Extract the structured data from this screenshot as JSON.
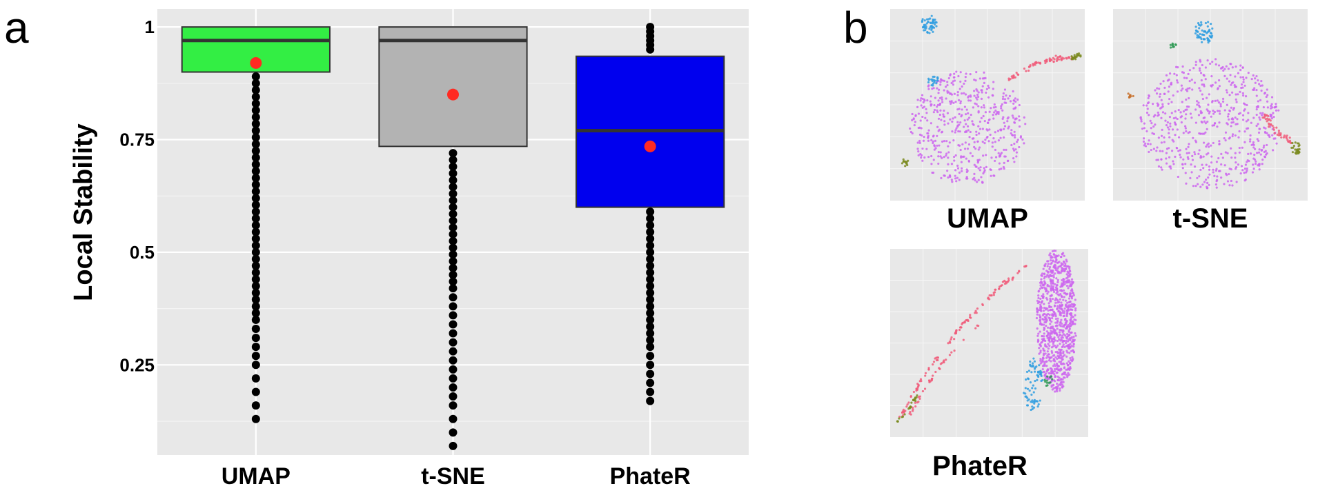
{
  "panels": {
    "a_letter": "a",
    "b_letter": "b"
  },
  "chart_data": [
    {
      "type": "box",
      "panel": "a",
      "title": "",
      "xlabel": "",
      "ylabel": "Local Stability",
      "ylim": [
        0.05,
        1.04
      ],
      "yticks": [
        0.25,
        0.5,
        0.75,
        1
      ],
      "ytick_labels": [
        "0.25",
        "0.5",
        "0.75",
        "1"
      ],
      "grid": true,
      "categories": [
        "UMAP",
        "t-SNE",
        "PhateR"
      ],
      "colors": [
        "#33ee44",
        "#b3b3b3",
        "#0000ee"
      ],
      "mean_color": "#ff2a22",
      "boxes": [
        {
          "q1": 0.9,
          "median": 0.97,
          "q3": 1.0,
          "whisker_low": 0.9,
          "whisker_high": 1.0,
          "mean": 0.92,
          "outliers": [
            0.89,
            0.875,
            0.86,
            0.845,
            0.83,
            0.815,
            0.8,
            0.785,
            0.77,
            0.755,
            0.74,
            0.725,
            0.71,
            0.695,
            0.68,
            0.665,
            0.65,
            0.635,
            0.62,
            0.605,
            0.59,
            0.575,
            0.56,
            0.545,
            0.53,
            0.515,
            0.5,
            0.485,
            0.47,
            0.455,
            0.44,
            0.425,
            0.41,
            0.395,
            0.38,
            0.365,
            0.35,
            0.33,
            0.31,
            0.29,
            0.27,
            0.25,
            0.22,
            0.19,
            0.16,
            0.13
          ]
        },
        {
          "q1": 0.735,
          "median": 0.97,
          "q3": 1.0,
          "whisker_low": 0.735,
          "whisker_high": 1.0,
          "mean": 0.85,
          "outliers": [
            0.72,
            0.705,
            0.69,
            0.675,
            0.66,
            0.645,
            0.63,
            0.615,
            0.6,
            0.585,
            0.57,
            0.555,
            0.54,
            0.525,
            0.51,
            0.495,
            0.48,
            0.465,
            0.45,
            0.435,
            0.42,
            0.4,
            0.38,
            0.36,
            0.34,
            0.32,
            0.3,
            0.28,
            0.26,
            0.24,
            0.22,
            0.2,
            0.18,
            0.16,
            0.13,
            0.1,
            0.07
          ]
        },
        {
          "q1": 0.6,
          "median": 0.77,
          "q3": 0.935,
          "whisker_low": 0.6,
          "whisker_high": 0.935,
          "mean": 0.735,
          "outliers": [
            1.0,
            0.99,
            0.98,
            0.97,
            0.96,
            0.95,
            0.59,
            0.575,
            0.56,
            0.545,
            0.53,
            0.515,
            0.5,
            0.485,
            0.47,
            0.455,
            0.44,
            0.425,
            0.41,
            0.395,
            0.38,
            0.365,
            0.35,
            0.335,
            0.32,
            0.305,
            0.29,
            0.27,
            0.25,
            0.23,
            0.21,
            0.19,
            0.17
          ]
        }
      ]
    },
    {
      "type": "scatter",
      "panel": "b",
      "title": "UMAP",
      "note": "2-D embedding; colors mark cell groups",
      "groups": [
        {
          "color": "#cc66ee",
          "shape": "blob",
          "cx": 0.4,
          "cy": 0.62,
          "rx": 0.3,
          "ry": 0.3,
          "n": 520
        },
        {
          "color": "#2f9ee0",
          "shape": "blob",
          "cx": 0.2,
          "cy": 0.08,
          "rx": 0.04,
          "ry": 0.05,
          "n": 50
        },
        {
          "color": "#2f9ee0",
          "shape": "blob",
          "cx": 0.22,
          "cy": 0.37,
          "rx": 0.03,
          "ry": 0.03,
          "n": 20
        },
        {
          "color": "#f05c7a",
          "shape": "arc",
          "x0": 0.6,
          "y0": 0.38,
          "x1": 0.94,
          "y1": 0.25,
          "bend": -0.06,
          "width": 0.02,
          "n": 70
        },
        {
          "color": "#7a8a1f",
          "shape": "arc",
          "x0": 0.93,
          "y0": 0.26,
          "x1": 0.98,
          "y1": 0.24,
          "bend": 0.0,
          "width": 0.015,
          "n": 25
        },
        {
          "color": "#7a8a1f",
          "shape": "blob",
          "cx": 0.08,
          "cy": 0.8,
          "rx": 0.02,
          "ry": 0.02,
          "n": 12
        }
      ]
    },
    {
      "type": "scatter",
      "panel": "b",
      "title": "t-SNE",
      "note": "2-D embedding; colors mark cell groups",
      "groups": [
        {
          "color": "#cc66ee",
          "shape": "blob",
          "cx": 0.5,
          "cy": 0.6,
          "rx": 0.36,
          "ry": 0.34,
          "n": 620
        },
        {
          "color": "#2f9ee0",
          "shape": "blob",
          "cx": 0.47,
          "cy": 0.12,
          "rx": 0.05,
          "ry": 0.06,
          "n": 55
        },
        {
          "color": "#2f9a55",
          "shape": "blob",
          "cx": 0.31,
          "cy": 0.19,
          "rx": 0.02,
          "ry": 0.02,
          "n": 10
        },
        {
          "color": "#f05c7a",
          "shape": "arc",
          "x0": 0.78,
          "y0": 0.55,
          "x1": 0.92,
          "y1": 0.7,
          "bend": 0.03,
          "width": 0.025,
          "n": 45
        },
        {
          "color": "#7a8a1f",
          "shape": "blob",
          "cx": 0.94,
          "cy": 0.72,
          "rx": 0.025,
          "ry": 0.04,
          "n": 25
        },
        {
          "color": "#c7702a",
          "shape": "blob",
          "cx": 0.09,
          "cy": 0.45,
          "rx": 0.015,
          "ry": 0.015,
          "n": 8
        }
      ]
    },
    {
      "type": "scatter",
      "panel": "b",
      "title": "PhateR",
      "note": "2-D embedding; colors mark cell groups",
      "groups": [
        {
          "color": "#cc66ee",
          "shape": "blob",
          "cx": 0.84,
          "cy": 0.38,
          "rx": 0.1,
          "ry": 0.38,
          "n": 900
        },
        {
          "color": "#f05c7a",
          "shape": "arc",
          "x0": 0.05,
          "y0": 0.9,
          "x1": 0.7,
          "y1": 0.08,
          "bend": -0.12,
          "width": 0.015,
          "n": 110
        },
        {
          "color": "#f05c7a",
          "shape": "arc",
          "x0": 0.1,
          "y0": 0.88,
          "x1": 0.45,
          "y1": 0.4,
          "bend": -0.05,
          "width": 0.012,
          "n": 40
        },
        {
          "color": "#7a8a1f",
          "shape": "arc",
          "x0": 0.04,
          "y0": 0.92,
          "x1": 0.14,
          "y1": 0.78,
          "bend": 0.0,
          "width": 0.012,
          "n": 25
        },
        {
          "color": "#2f9ee0",
          "shape": "blob",
          "cx": 0.72,
          "cy": 0.72,
          "rx": 0.05,
          "ry": 0.14,
          "n": 70
        },
        {
          "color": "#2f9a55",
          "shape": "blob",
          "cx": 0.8,
          "cy": 0.7,
          "rx": 0.02,
          "ry": 0.04,
          "n": 12
        }
      ]
    }
  ]
}
